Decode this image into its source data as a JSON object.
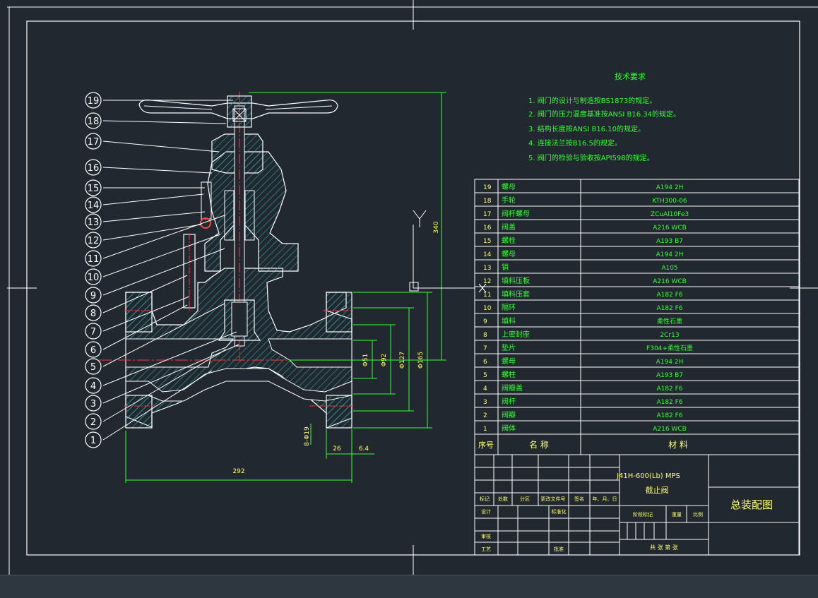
{
  "tech_requirements": {
    "title": "技术要求",
    "items": [
      "1. 阀门的设计与制造按BS1873的规定。",
      "2. 阀门的压力温度基准按ANSI B16.34的规定。",
      "3. 结构长度按ANSI B16.10的规定。",
      "4. 连接法兰按B16.5的规定。",
      "5. 阀门的检验与验收按API598的规定。"
    ]
  },
  "parts": [
    {
      "no": "19",
      "name": "螺母",
      "material": "A194 2H"
    },
    {
      "no": "18",
      "name": "手轮",
      "material": "KTH300-06"
    },
    {
      "no": "17",
      "name": "阀杆螺母",
      "material": "ZCuAl10Fe3"
    },
    {
      "no": "16",
      "name": "阀盖",
      "material": "A216 WCB"
    },
    {
      "no": "15",
      "name": "螺栓",
      "material": "A193 B7"
    },
    {
      "no": "14",
      "name": "螺母",
      "material": "A194 2H"
    },
    {
      "no": "13",
      "name": "销",
      "material": "A105"
    },
    {
      "no": "12",
      "name": "填料压板",
      "material": "A216 WCB"
    },
    {
      "no": "11",
      "name": "填料压套",
      "material": "A182 F6"
    },
    {
      "no": "10",
      "name": "隔环",
      "material": "A182 F6"
    },
    {
      "no": "9",
      "name": "填料",
      "material": "柔性石墨"
    },
    {
      "no": "8",
      "name": "上密封座",
      "material": "2Cr13"
    },
    {
      "no": "7",
      "name": "垫片",
      "material": "F304+柔性石墨"
    },
    {
      "no": "6",
      "name": "螺母",
      "material": "A194 2H"
    },
    {
      "no": "5",
      "name": "螺柱",
      "material": "A193 B7"
    },
    {
      "no": "4",
      "name": "阀瓣盖",
      "material": "A182 F6"
    },
    {
      "no": "3",
      "name": "阀杆",
      "material": "A182 F6"
    },
    {
      "no": "2",
      "name": "阀瓣",
      "material": "A182 F6"
    },
    {
      "no": "1",
      "name": "阀体",
      "material": "A216 WCB"
    }
  ],
  "parts_header": {
    "no": "序号",
    "name": "名 称",
    "material": "材 料"
  },
  "title_block": {
    "model": "J41H-600(Lb) MPS",
    "product": "截止阀",
    "drawing_name": "总装配图",
    "row_labels": [
      "标记",
      "处数",
      "分区",
      "更改文件号",
      "签名",
      "年、月、日"
    ],
    "design": "设计",
    "standard": "标准化",
    "review": "审核",
    "process": "工艺",
    "approve": "批准",
    "stage": "阶段标记",
    "weight": "重量",
    "scale": "比例",
    "sheets": "共  张  第  张"
  },
  "balloons": [
    "19",
    "18",
    "17",
    "16",
    "15",
    "14",
    "13",
    "12",
    "11",
    "10",
    "9",
    "8",
    "7",
    "6",
    "5",
    "4",
    "3",
    "2",
    "1"
  ],
  "dimensions": {
    "height": "340",
    "length": "292",
    "d1": "Φ51",
    "d2": "Φ92",
    "d3": "Φ127",
    "d4": "Φ165",
    "bolt": "8-Φ19",
    "w1": "26",
    "w2": "6.4"
  },
  "colors": {
    "background": "#212830",
    "frame": "#ffffff",
    "text": "#ffff66",
    "tech_text": "#33ff33",
    "part_name": "#33ff33",
    "dimension": "#33ff33",
    "center": "#ff3333",
    "hatch": "#33aaaa",
    "part_lines": "#ffffff"
  }
}
